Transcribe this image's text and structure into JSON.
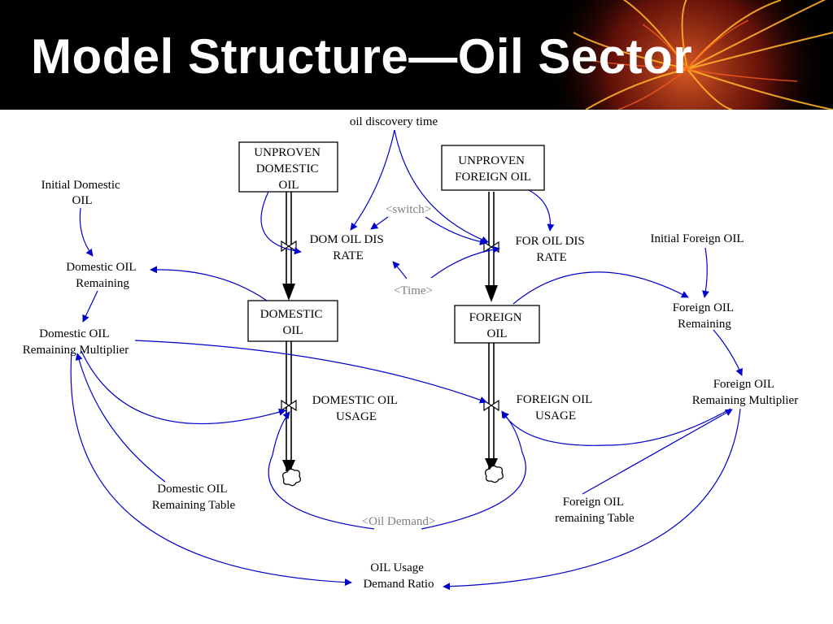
{
  "title": "Model Structure—Oil Sector",
  "colors": {
    "header_bg": "#000000",
    "title": "#ffffff",
    "link": "#0000cc",
    "flow": "#000000",
    "shadow_var": "#7f7f7f"
  },
  "stocks": {
    "unproven_domestic": [
      "UNPROVEN",
      "DOMESTIC",
      "OIL"
    ],
    "unproven_foreign": [
      "UNPROVEN",
      "FOREIGN OIL"
    ],
    "domestic": [
      "DOMESTIC",
      "OIL"
    ],
    "foreign": [
      "FOREIGN",
      "OIL"
    ]
  },
  "flows": {
    "dom_dis_rate": [
      "DOM OIL DIS",
      "RATE"
    ],
    "for_dis_rate": [
      "FOR OIL DIS",
      "RATE"
    ],
    "domestic_usage": [
      "DOMESTIC OIL",
      "USAGE"
    ],
    "foreign_usage": [
      "FOREIGN OIL",
      "USAGE"
    ]
  },
  "variables": {
    "oil_discovery_time": [
      "oil discovery time"
    ],
    "initial_domestic": [
      "Initial Domestic",
      "OIL"
    ],
    "domestic_remaining": [
      "Domestic OIL",
      "Remaining"
    ],
    "domestic_multiplier": [
      "Domestic OIL",
      "Remaining Multiplier"
    ],
    "domestic_table": [
      "Domestic OIL",
      "Remaining Table"
    ],
    "initial_foreign": [
      "Initial Foreign OIL"
    ],
    "foreign_remaining": [
      "Foreign OIL",
      "Remaining"
    ],
    "foreign_multiplier": [
      "Foreign OIL",
      "Remaining Multiplier"
    ],
    "foreign_table": [
      "Foreign OIL",
      "remaining Table"
    ],
    "usage_demand_ratio": [
      "OIL Usage",
      "Demand Ratio"
    ]
  },
  "shadow_variables": {
    "switch": [
      "<switch>"
    ],
    "time": [
      "<Time>"
    ],
    "oil_demand": [
      "<Oil Demand>"
    ]
  }
}
